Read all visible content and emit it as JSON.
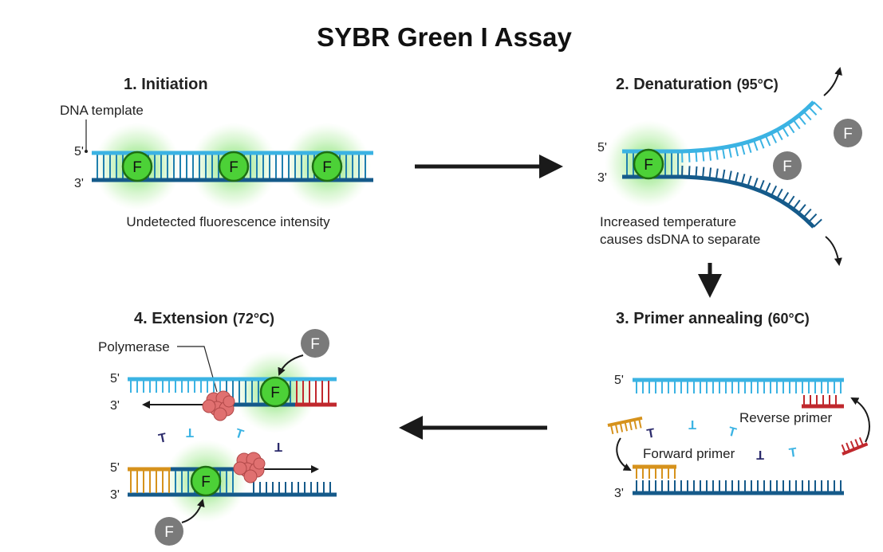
{
  "title": "SYBR Green I Assay",
  "steps": {
    "s1": {
      "heading": "1.  Initiation",
      "template_label": "DNA template",
      "caption": "Undetected fluorescence intensity"
    },
    "s2": {
      "heading": "2.  Denaturation",
      "temp": "(95°C)",
      "caption_line1": "Increased temperature",
      "caption_line2": "causes dsDNA to separate"
    },
    "s3": {
      "heading": "3.  Primer annealing",
      "temp": "(60°C)",
      "reverse_primer": "Reverse primer",
      "forward_primer": "Forward primer"
    },
    "s4": {
      "heading": "4.  Extension",
      "temp": "(72°C)",
      "polymerase": "Polymerase"
    }
  },
  "strand_labels": {
    "five": "5'",
    "three": "3'"
  },
  "dye_letter": "F",
  "colors": {
    "strand_light": "#3bb3e3",
    "strand_dark": "#155a8a",
    "primer_red": "#c0282d",
    "primer_orange": "#d6921c",
    "dye_green": "#4cd137",
    "glow": "#7ee36a",
    "free_dye": "#7a7a7a",
    "polymerase": "#e07070",
    "arrow": "#1a1a1a"
  }
}
